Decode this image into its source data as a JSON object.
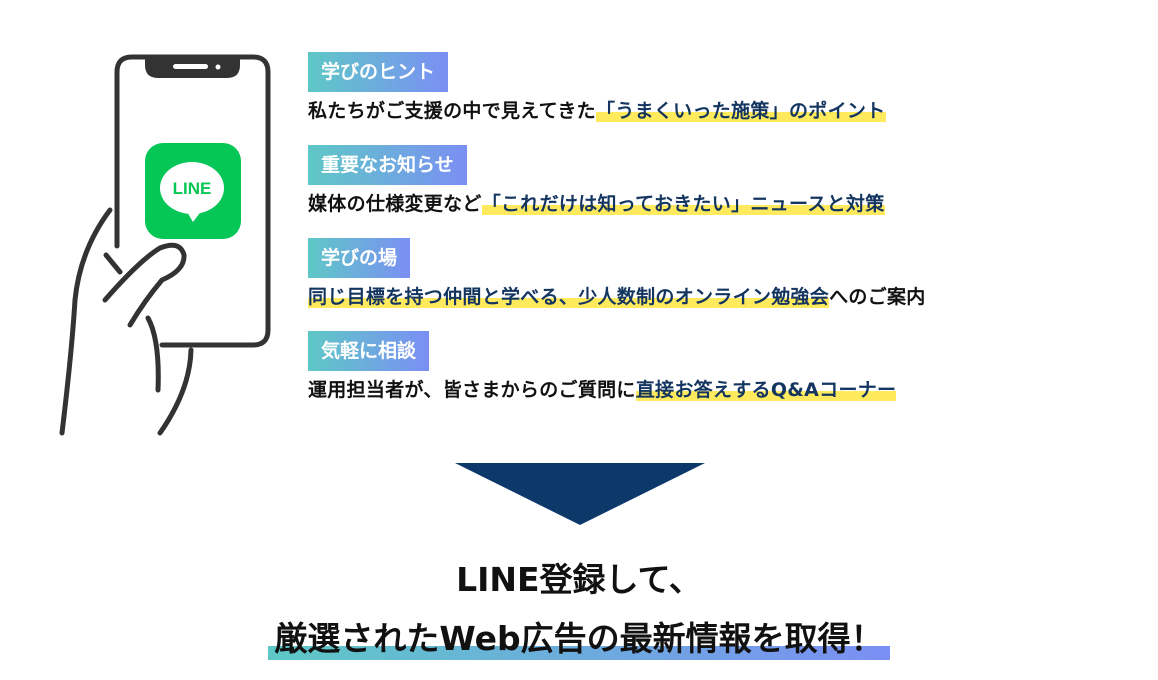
{
  "logo_text": "LINE",
  "items": [
    {
      "tag": "学びのヒント",
      "text": "私たちがご支援の中で見えてきた",
      "highlight": "「うまくいった施策」のポイント",
      "after": ""
    },
    {
      "tag": "重要なお知らせ",
      "text": "媒体の仕様変更など",
      "highlight": "「これだけは知っておきたい」ニュースと対策",
      "after": ""
    },
    {
      "tag": "学びの場",
      "text": "",
      "highlight": "同じ目標を持つ仲間と学べる、少人数制のオンライン勉強会",
      "after": "へのご案内"
    },
    {
      "tag": "気軽に相談",
      "text": "運用担当者が、皆さまからのご質問に",
      "highlight": "直接お答えするQ&Aコーナー",
      "after": ""
    }
  ],
  "cta": {
    "line1": "LINE登録して、",
    "line2": "厳選されたWeb広告の最新情報を取得！"
  },
  "colors": {
    "line_green": "#06c755",
    "arrow": "#0c386a",
    "highlight": "#ffea5e",
    "navy_text": "#14355f"
  }
}
